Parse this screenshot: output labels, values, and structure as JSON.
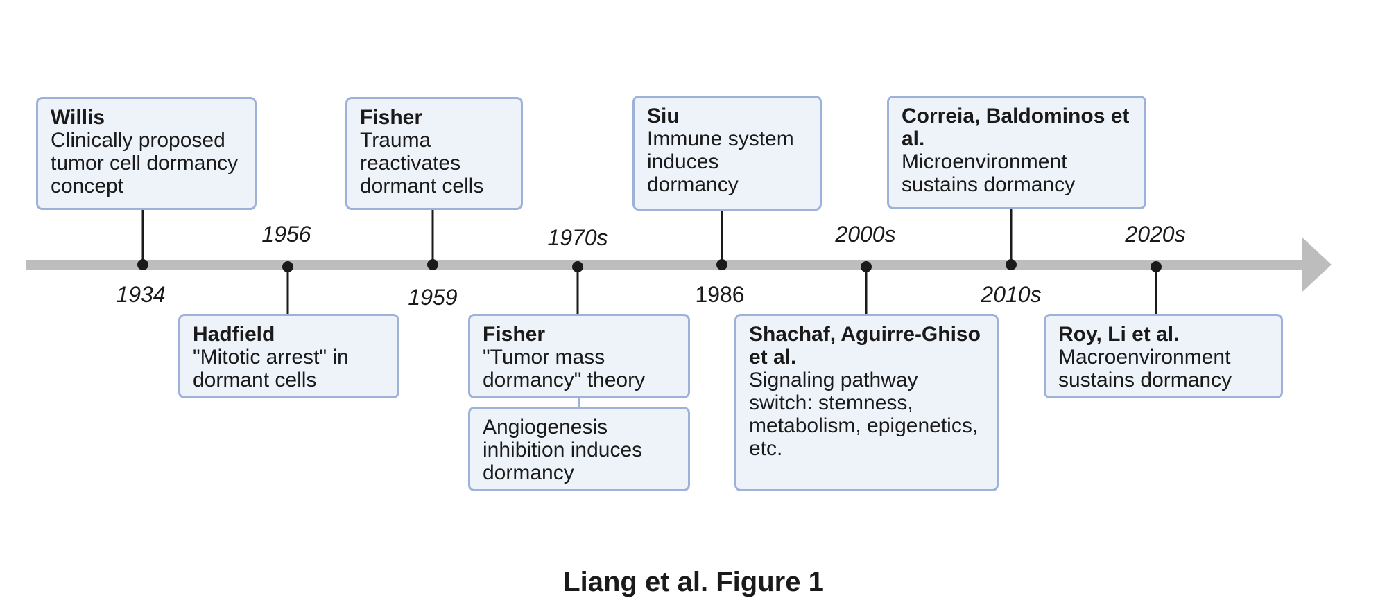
{
  "timeline": {
    "markers": [
      {
        "year": "1934",
        "author": "Willis",
        "text": "Clinically proposed tumor cell dormancy concept"
      },
      {
        "year": "1956",
        "author": "Hadfield",
        "text": "\"Mitotic arrest\" in dormant cells"
      },
      {
        "year": "1959",
        "author": "Fisher",
        "text": "Trauma reactivates dormant cells"
      },
      {
        "year": "1970s",
        "author": "Fisher",
        "text": "\"Tumor mass dormancy\" theory",
        "extra": "Angiogenesis inhibition induces dormancy"
      },
      {
        "year": "1986",
        "author": "Siu",
        "text": "Immune system induces dormancy"
      },
      {
        "year": "2000s",
        "author": "Shachaf, Aguirre-Ghiso et al.",
        "text": "Signaling pathway switch: stemness, metabolism, epigenetics, etc."
      },
      {
        "year": "2010s",
        "author": "Correia, Baldominos et al.",
        "text": "Microenvironment sustains dormancy"
      },
      {
        "year": "2020s",
        "author": "Roy, Li et al.",
        "text": "Macroenvironment sustains dormancy"
      }
    ]
  },
  "caption": "Liang et al. Figure 1"
}
